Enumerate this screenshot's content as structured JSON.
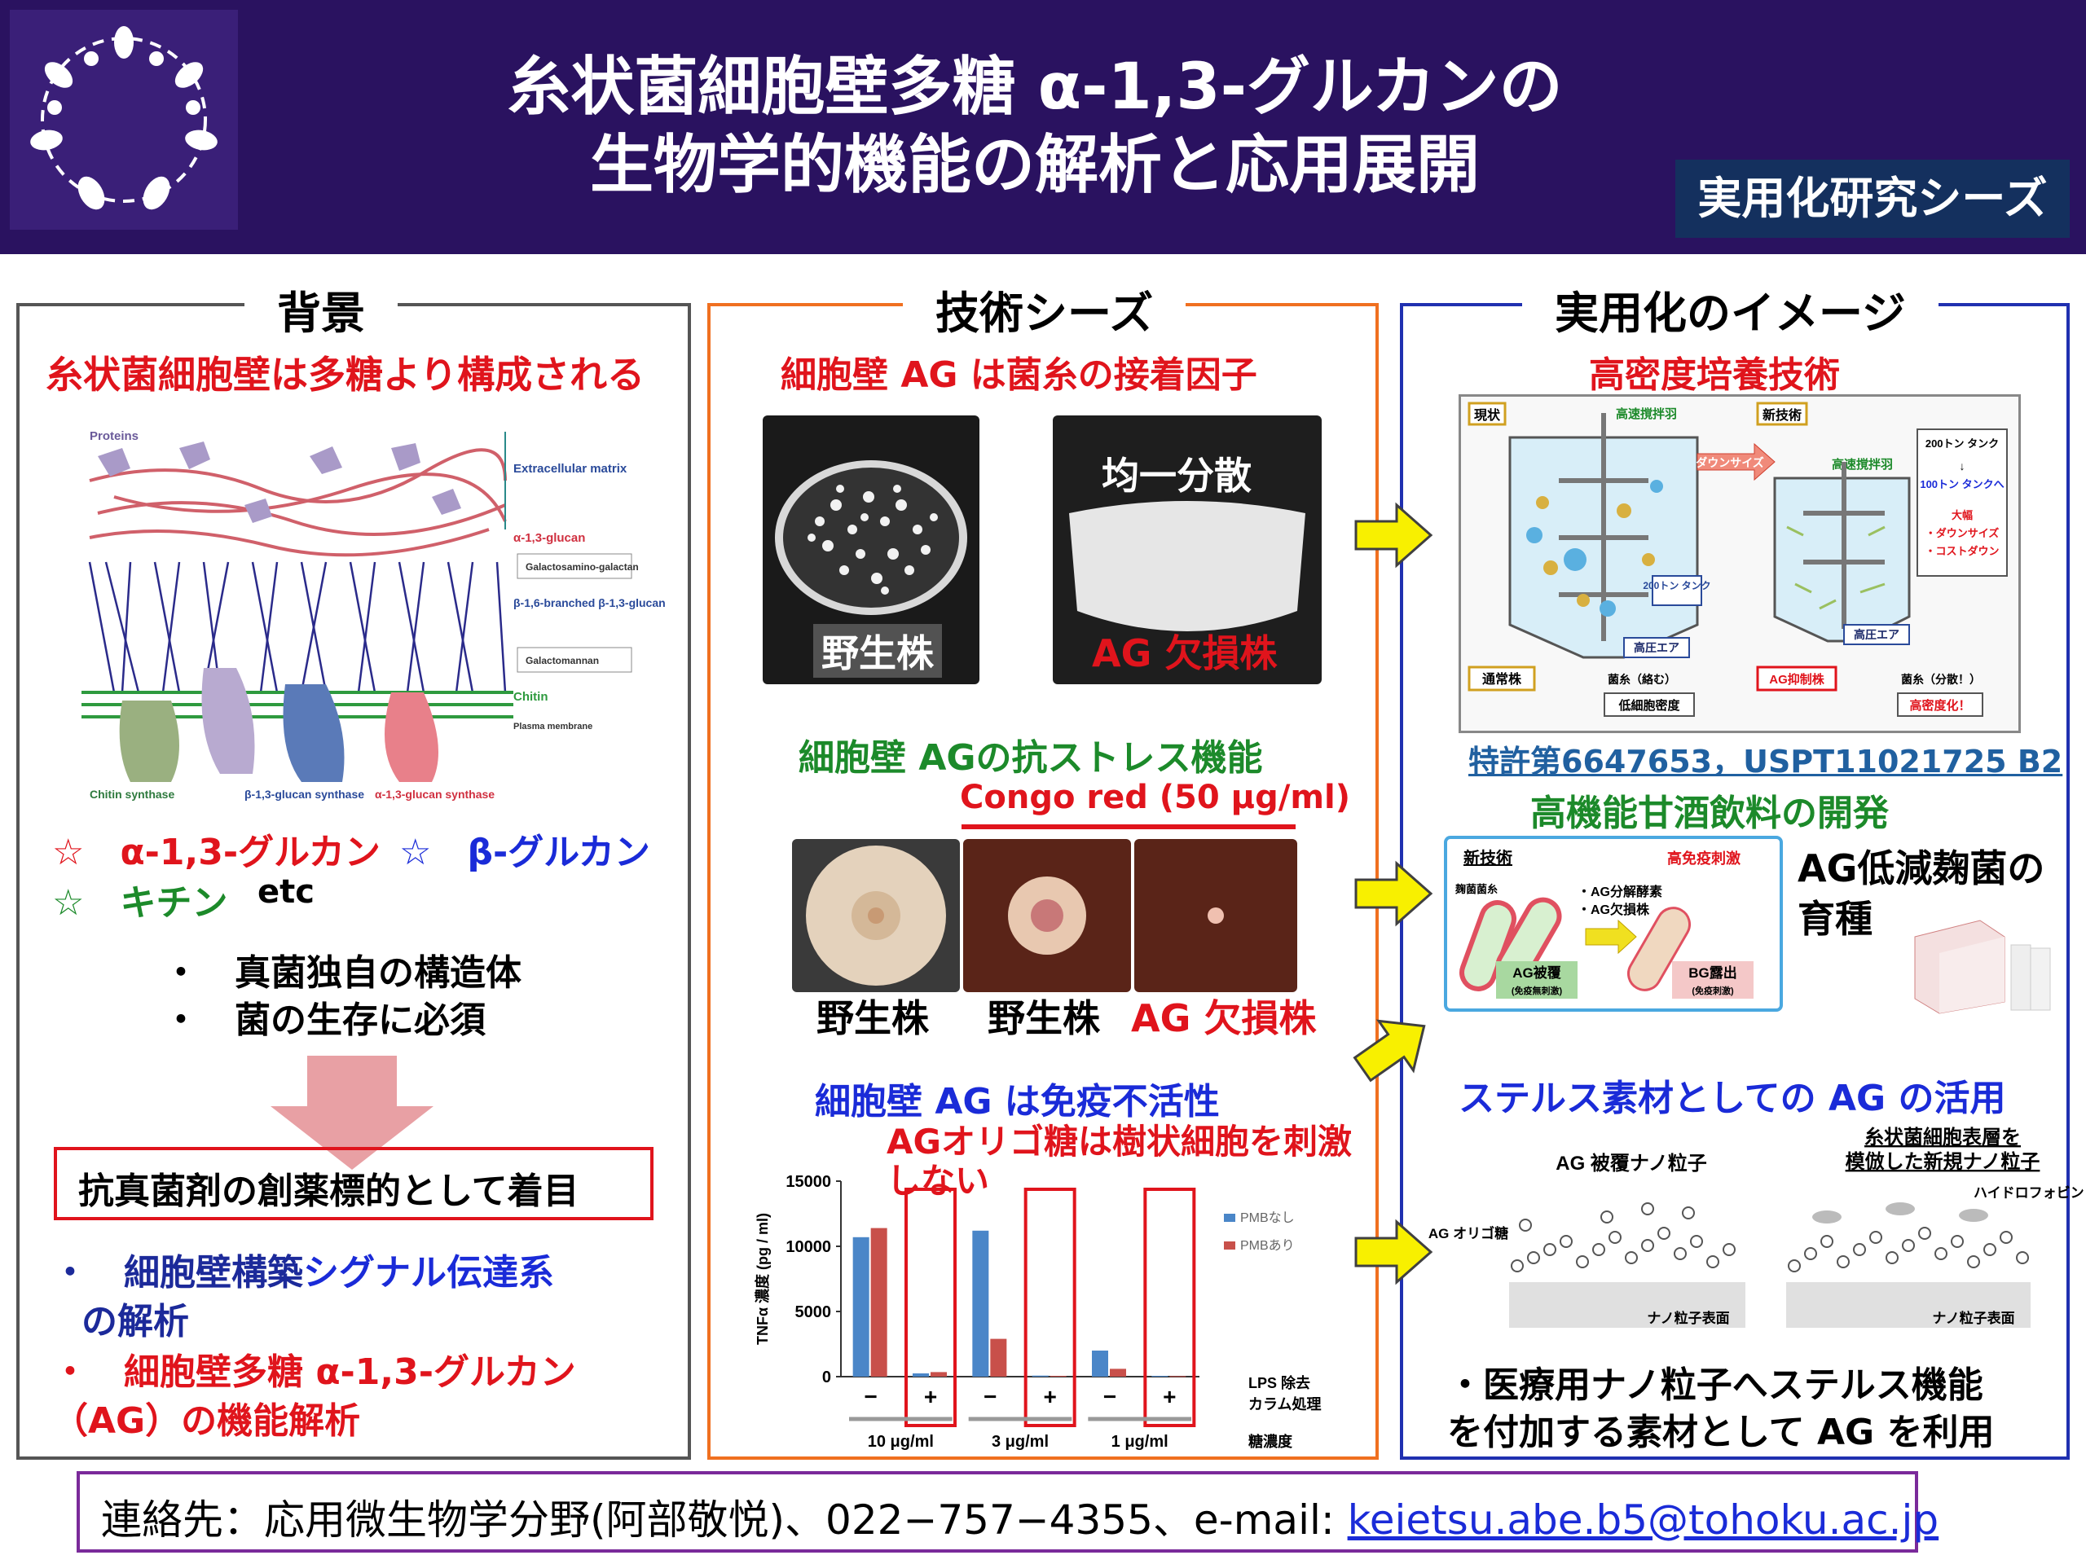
{
  "header": {
    "title_line1": "糸状菌細胞壁多糖 α-1,3-グルカンの",
    "title_line2": "生物学的機能の解析と応用展開",
    "badge": "実用化研究シーズ"
  },
  "colors": {
    "header_bg": "#2a1260",
    "badge_bg": "#14305e",
    "accent_red": "#e0141c",
    "accent_blue": "#1a2bd8",
    "accent_green": "#1c8a2a"
  },
  "background": {
    "heading": "背景",
    "subtitle": "糸状菌細胞壁は多糖より構成される",
    "diagram": {
      "proteins": "Proteins",
      "extracellular": "Extracellular matrix",
      "alpha13": "α-1,3-glucan",
      "galactosaminogalactan": "Galactosamino-galactan",
      "beta16": "β-1,6-branched β-1,3-glucan",
      "galactomannan": "Galactomannan",
      "chitin": "Chitin",
      "plasma_membrane": "Plasma membrane",
      "chitin_synthase": "Chitin synthase",
      "beta_synthase": "β-1,3-glucan synthase",
      "alpha_synthase": "α-1,3-glucan synthase"
    },
    "legend_alpha": "☆　α-1,3-グルカン",
    "legend_beta": "☆　β-グルカン",
    "legend_chitin": "☆　キチン",
    "legend_etc": "etc",
    "point1": "・　真菌独自の構造体",
    "point2": "・　菌の生存に必須",
    "target_box": "抗真菌剤の創薬標的として着目",
    "item1_prefix": "・　細胞壁構築",
    "item1_blue": "シグナル伝達系",
    "item1_line2": "の解析",
    "item2_line1": "・　細胞壁多糖 α-1,3-グルカン",
    "item2_line2": "（AG）の機能解析"
  },
  "tech": {
    "heading": "技術シーズ",
    "section1": "細胞壁 AG は菌糸の接着因子",
    "photo_left_label": "野生株",
    "photo_right_top": "均一分散",
    "photo_right_label": "AG 欠損株",
    "section2": "細胞壁 AGの抗ストレス機能",
    "congo": "Congo red (50 μg/ml)",
    "colony1": "野生株",
    "colony2": "野生株",
    "colony3": "AG 欠損株",
    "section3": "細胞壁 AG は免疫不活性",
    "note": "AGオリゴ糖は樹状細胞を刺激しない"
  },
  "chart_data": {
    "type": "bar",
    "ylabel": "TNFα 濃度 (pg / ml)",
    "ylim": [
      0,
      15000
    ],
    "yticks": [
      0,
      5000,
      10000,
      15000
    ],
    "legend": [
      "PMBなし",
      "PMBあり"
    ],
    "series_colors": [
      "#4a86c8",
      "#c8504a"
    ],
    "groups": [
      {
        "conc": "10 μg/ml",
        "lps": "−",
        "values": [
          10700,
          11400
        ]
      },
      {
        "conc": "10 μg/ml",
        "lps": "+",
        "values": [
          250,
          350
        ]
      },
      {
        "conc": "3 μg/ml",
        "lps": "−",
        "values": [
          11200,
          2900
        ]
      },
      {
        "conc": "3 μg/ml",
        "lps": "+",
        "values": [
          80,
          60
        ]
      },
      {
        "conc": "1 μg/ml",
        "lps": "−",
        "values": [
          2000,
          600
        ]
      },
      {
        "conc": "1 μg/ml",
        "lps": "+",
        "values": [
          60,
          40
        ]
      }
    ],
    "conc_labels": [
      "10 μg/ml",
      "3 μg/ml",
      "1 μg/ml"
    ],
    "row_label_lps": "LPS 除去 カラム処理",
    "row_label_conc": "糖濃度"
  },
  "practical": {
    "heading": "実用化のイメージ",
    "section1": "高密度培養技術",
    "now": "現状",
    "new": "新技術",
    "stir": "高速撹拌羽",
    "downsize": "ダウンサイズ",
    "tank200": "200トン タンク",
    "air": "高圧エア",
    "normal_strain": "通常株",
    "tangled": "菌糸（絡む）",
    "low_density": "低細胞密度",
    "ag_strain": "AG抑制株",
    "dispersed": "菌糸（分散！）",
    "high_density": "高密度化！",
    "note_200": "200トン タンク",
    "note_arrow": "↓",
    "note_100": "100トン タンクへ",
    "note_big": "大幅",
    "note_ds": "・ダウンサイズ",
    "note_cd": "・コストダウン",
    "patent": "特許第6647653，USPT11021725 B2",
    "section2": "高機能甘酒飲料の開発",
    "koji_new": "新技術",
    "koji_high": "高免疫刺激",
    "koji_hypha": "麹菌菌糸",
    "koji_enzyme": "・AG分解酵素",
    "koji_def": "・AG欠損株",
    "ag_cover": "AG被覆",
    "ag_cover_sub": "(免疫無刺激)",
    "bg_expose": "BG露出",
    "bg_expose_sub": "(免疫刺激)",
    "koji_title_line1": "AG低減麹菌の",
    "koji_title_line2": "育種",
    "section3": "ステルス素材としての AG の活用",
    "np1": "AG 被覆ナノ粒子",
    "np2_line1": "糸状菌細胞表層を",
    "np2_line2": "模倣した新規ナノ粒子",
    "hydrophobin": "ハイドロフォビン",
    "ag_oligo": "AG オリゴ糖",
    "np_surface": "ナノ粒子表面",
    "conclusion_line1": "・医療用ナノ粒子へステルス機能",
    "conclusion_line2": "を付加する素材として AG を利用"
  },
  "contact": {
    "text": "連絡先：応用微生物学分野(阿部敬悦)、022−757−4355、e-mail: ",
    "email": "keietsu.abe.b5@tohoku.ac.jp"
  }
}
